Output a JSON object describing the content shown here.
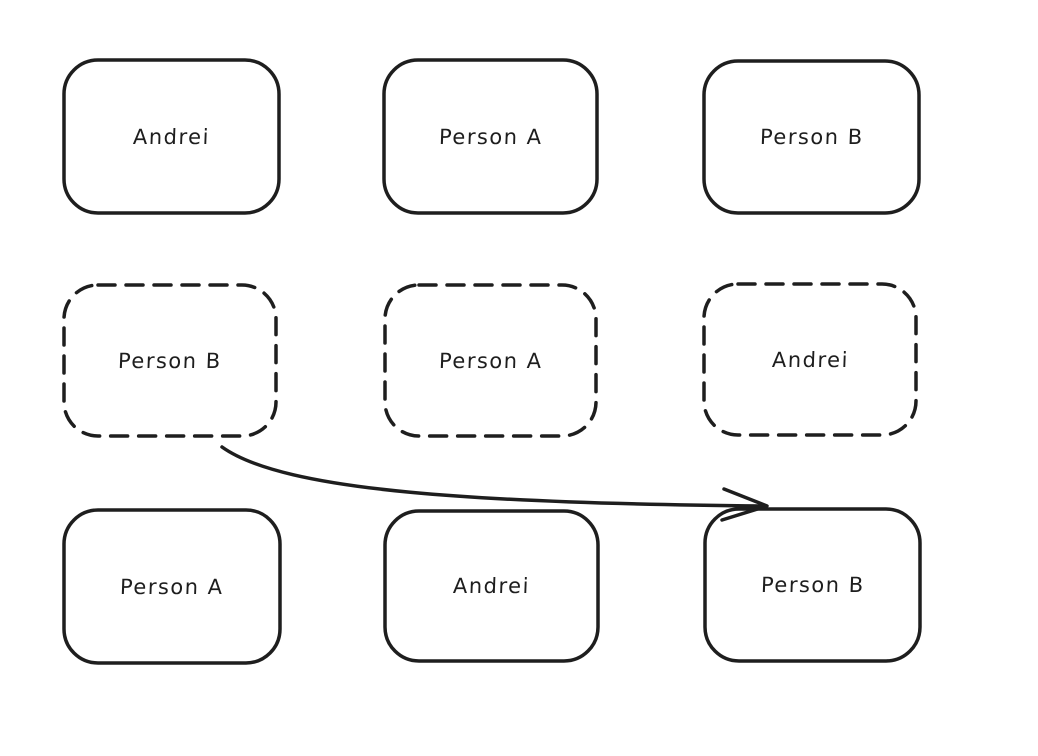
{
  "diagram": {
    "background_color": "#ffffff",
    "stroke_color": "#1e1e1e",
    "style": "hand-drawn whiteboard sketch",
    "nodes": [
      {
        "id": "r1c1",
        "row": 1,
        "col": 1,
        "label": "Andrei",
        "border_style": "solid"
      },
      {
        "id": "r1c2",
        "row": 1,
        "col": 2,
        "label": "Person A",
        "border_style": "solid"
      },
      {
        "id": "r1c3",
        "row": 1,
        "col": 3,
        "label": "Person B",
        "border_style": "solid"
      },
      {
        "id": "r2c1",
        "row": 2,
        "col": 1,
        "label": "Person B",
        "border_style": "dashed"
      },
      {
        "id": "r2c2",
        "row": 2,
        "col": 2,
        "label": "Person A",
        "border_style": "dashed"
      },
      {
        "id": "r2c3",
        "row": 2,
        "col": 3,
        "label": "Andrei",
        "border_style": "dashed"
      },
      {
        "id": "r3c1",
        "row": 3,
        "col": 1,
        "label": "Person A",
        "border_style": "solid"
      },
      {
        "id": "r3c2",
        "row": 3,
        "col": 2,
        "label": "Andrei",
        "border_style": "solid"
      },
      {
        "id": "r3c3",
        "row": 3,
        "col": 3,
        "label": "Person B",
        "border_style": "solid"
      }
    ],
    "edges": [
      {
        "id": "arrow-1",
        "type": "curved-arrow",
        "from_node": "r2c1",
        "from_label": "Person B",
        "to_node": "r3c3",
        "to_label": "Person B"
      }
    ]
  }
}
